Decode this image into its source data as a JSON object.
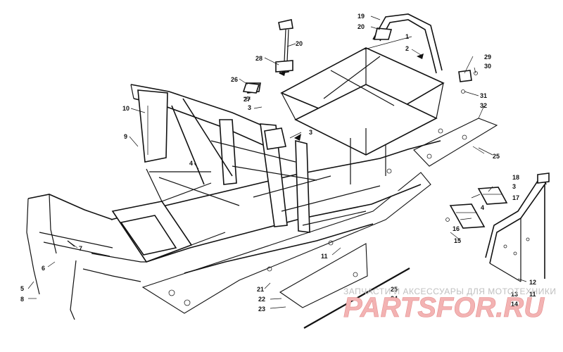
{
  "diagram": {
    "callouts": [
      "1",
      "2",
      "3",
      "4",
      "5",
      "6",
      "7",
      "8",
      "9",
      "10",
      "11",
      "12",
      "13",
      "14",
      "15",
      "16",
      "17",
      "18",
      "19",
      "20",
      "21",
      "22",
      "23",
      "24",
      "25",
      "26",
      "27",
      "28",
      "29",
      "30",
      "31",
      "32"
    ]
  },
  "watermark": {
    "tagline": "ЗАПЧАСТИ И АКСЕССУАРЫ ДЛЯ МОТОТЕХНИКИ",
    "logo": "PARTSFOR.RU"
  }
}
